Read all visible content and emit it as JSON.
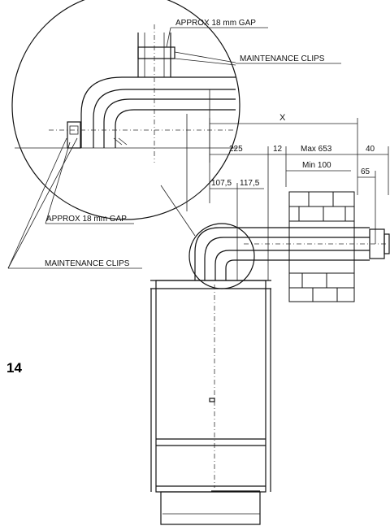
{
  "figure": {
    "number": "14"
  },
  "callouts": {
    "approx_top_gap": "APPROX 18 mm GAP",
    "maintenance_clips_top": "MAINTENANCE CLIPS",
    "approx_side_gap": "APPROX 18 mm GAP",
    "maintenance_clips_bottom": "MAINTENANCE CLIPS"
  },
  "dimensions": {
    "overall": "X",
    "d225": "225",
    "d12": "12",
    "max_653": "Max 653",
    "min_100": "Min 100",
    "d40": "40",
    "d65": "65",
    "d107_5": "107,5",
    "d117_5": "117,5"
  }
}
